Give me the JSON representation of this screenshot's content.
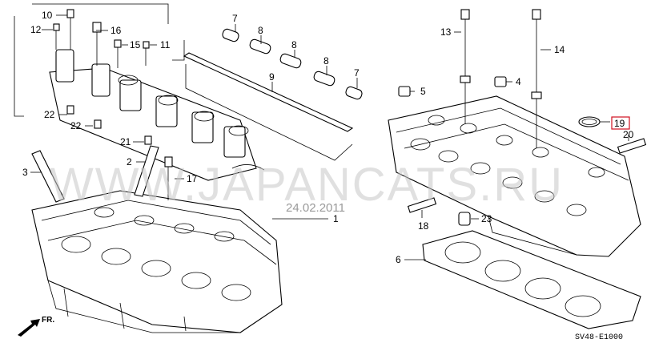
{
  "callouts": {
    "c1": "1",
    "c2": "2",
    "c3": "3",
    "c4": "4",
    "c5": "5",
    "c6": "6",
    "c7a": "7",
    "c7b": "7",
    "c8a": "8",
    "c8b": "8",
    "c8c": "8",
    "c9": "9",
    "c10": "10",
    "c11": "11",
    "c12": "12",
    "c13": "13",
    "c14": "14",
    "c15": "15",
    "c16": "16",
    "c17": "17",
    "c18": "18",
    "c19": "19",
    "c20": "20",
    "c21": "21",
    "c22a": "22",
    "c22b": "22",
    "c23": "23"
  },
  "watermark": "WWW.JAPANCATS.RU",
  "date_stamp": "24.02.2011",
  "diagram_code": "SV48-E1000",
  "front_marker": "FR.",
  "colors": {
    "line": "#000000",
    "watermark": "#c8c8c8",
    "highlight_box": "#d01020"
  }
}
